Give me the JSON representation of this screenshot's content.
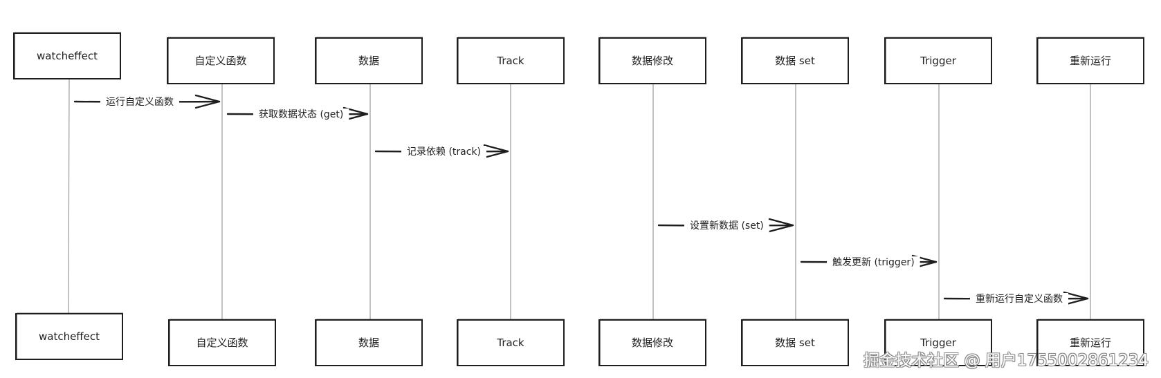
{
  "participants": [
    {
      "id": "watcheffect",
      "label": "watcheffect"
    },
    {
      "id": "custom-fn",
      "label": "自定义函数"
    },
    {
      "id": "data",
      "label": "数据"
    },
    {
      "id": "track",
      "label": "Track"
    },
    {
      "id": "data-modify",
      "label": "数据修改"
    },
    {
      "id": "data-set",
      "label": "数据 set"
    },
    {
      "id": "trigger",
      "label": "Trigger"
    },
    {
      "id": "rerun",
      "label": "重新运行"
    }
  ],
  "messages": [
    {
      "from": "watcheffect",
      "to": "custom-fn",
      "label": "运行自定义函数"
    },
    {
      "from": "custom-fn",
      "to": "data",
      "label": "获取数据状态 (get)"
    },
    {
      "from": "data",
      "to": "track",
      "label": "记录依赖 (track)"
    },
    {
      "from": "data-modify",
      "to": "data-set",
      "label": "设置新数据 (set)"
    },
    {
      "from": "data-set",
      "to": "trigger",
      "label": "触发更新 (trigger)"
    },
    {
      "from": "trigger",
      "to": "rerun",
      "label": "重新运行自定义函数"
    }
  ],
  "watermark": "掘金技术社区 @ 用户1755002861234"
}
